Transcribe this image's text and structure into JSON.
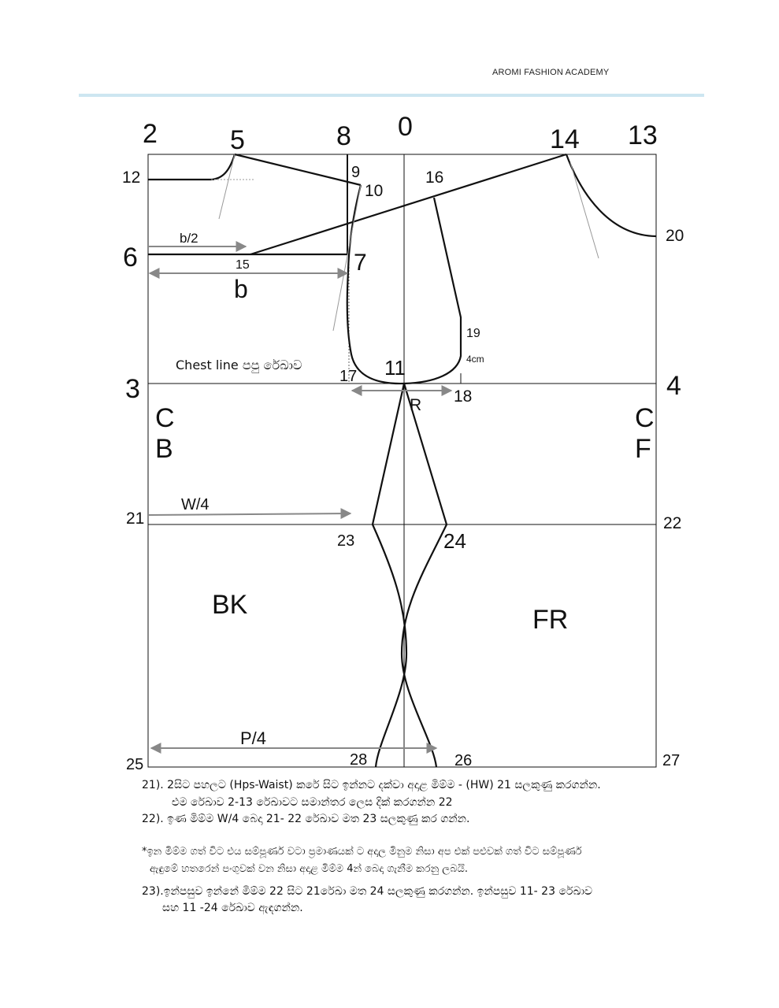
{
  "header": {
    "academy": "AROMI FASHION ACADEMY"
  },
  "pattern": {
    "points": {
      "p0": "0",
      "p2": "2",
      "p3": "3",
      "p4": "4",
      "p5": "5",
      "p6": "6",
      "p7": "7",
      "p8": "8",
      "p9": "9",
      "p10": "10",
      "p11": "11",
      "p12": "12",
      "p13": "13",
      "p14": "14",
      "p15": "15",
      "p16": "16",
      "p17": "17",
      "p18": "18",
      "p19": "19",
      "p20": "20",
      "p21": "21",
      "p22": "22",
      "p23": "23",
      "p24": "24",
      "p25": "25",
      "p26": "26",
      "p27": "27",
      "p28": "28"
    },
    "labels": {
      "b_half": "b/2",
      "b": "b",
      "chest_line": "Chest line පපු රේඛාව",
      "four_cm": "4cm",
      "r": "R",
      "cb_c": "C",
      "cb_b": "B",
      "cf_c": "C",
      "cf_f": "F",
      "w4": "W/4",
      "p4": "P/4",
      "bk": "BK",
      "fr": "FR"
    }
  },
  "instructions": {
    "l21a": "21). 2සිට පහලට (Hps-Waist) කරේ සිට ඉන්නට දක්වා අදාළ මිම්ම - (HW)  21 සලකුණු කරගන්න.",
    "l21b": "එම රේඛාව 2-13 රේඛාවට සමාන්තර ලෙස දික් කරගන්න 22",
    "l22": "22). ඉණ මිම්ම W/4 බෙදා 21- 22 රේඛාව මත 23 සලකුණු කර ගන්න.",
    "note_a": "*ඉන මිම්ම ගත් විට එය සම්පූර්ණ වටා ප්‍රමාණයක් ට අදාල මිනුම  නිසා අප එක් පළුවක් ගත් විට සම්පූර්ණ",
    "note_b": "ඇඳුමේ හතරෙන් පංගුවක් වන නිසා අදාළ මිම්ම 4න් බෙදා ගැනීම කරනු ලබයි.",
    "l23a": "23).ඉන්පසුව ඉන්නේ මිම්ම 22 සිට 21රේඛා මත 24 සලකුණු කරගන්න. ඉන්පසුව 11- 23 රේඛාව",
    "l23b": "සහ 11 -24 රේඛාව ඇඳගන්න."
  }
}
